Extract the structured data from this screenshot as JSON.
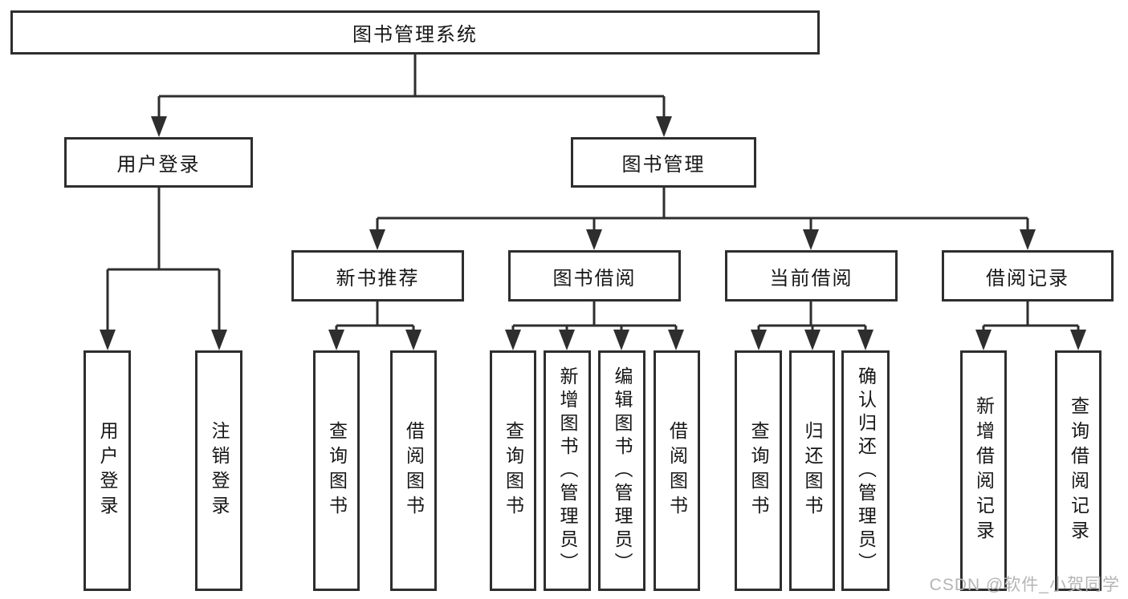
{
  "diagram_title": "图书管理系统",
  "nodes": {
    "root": "图书管理系统",
    "user_login": "用户登录",
    "book_mgmt": "图书管理",
    "new_book_rec": "新书推荐",
    "book_borrow": "图书借阅",
    "current_borrow": "当前借阅",
    "borrow_records": "借阅记录",
    "leaf_user_login": "用户登录",
    "leaf_logout": "注销登录",
    "rec_query_books": "查询图书",
    "rec_borrow_books": "借阅图书",
    "bb_query_books": "查询图书",
    "bb_add_books": "新增图书（管理员）",
    "bb_edit_books": "编辑图书（管理员）",
    "bb_borrow_books": "借阅图书",
    "cb_query_books": "查询图书",
    "cb_return_books": "归还图书",
    "cb_confirm_return": "确认归还（管理员）",
    "br_add_record": "新增借阅记录",
    "br_query_record": "查询借阅记录"
  },
  "hierarchy": {
    "图书管理系统": {
      "用户登录": [
        "用户登录",
        "注销登录"
      ],
      "图书管理": {
        "新书推荐": [
          "查询图书",
          "借阅图书"
        ],
        "图书借阅": [
          "查询图书",
          "新增图书（管理员）",
          "编辑图书（管理员）",
          "借阅图书"
        ],
        "当前借阅": [
          "查询图书",
          "归还图书",
          "确认归还（管理员）"
        ],
        "借阅记录": [
          "新增借阅记录",
          "查询借阅记录"
        ]
      }
    }
  },
  "watermark": "CSDN @软件_小贺同学",
  "colors": {
    "line": "#2e2e2e",
    "text": "#161616",
    "background": "#ffffff",
    "watermark": "#b5b5b5"
  }
}
